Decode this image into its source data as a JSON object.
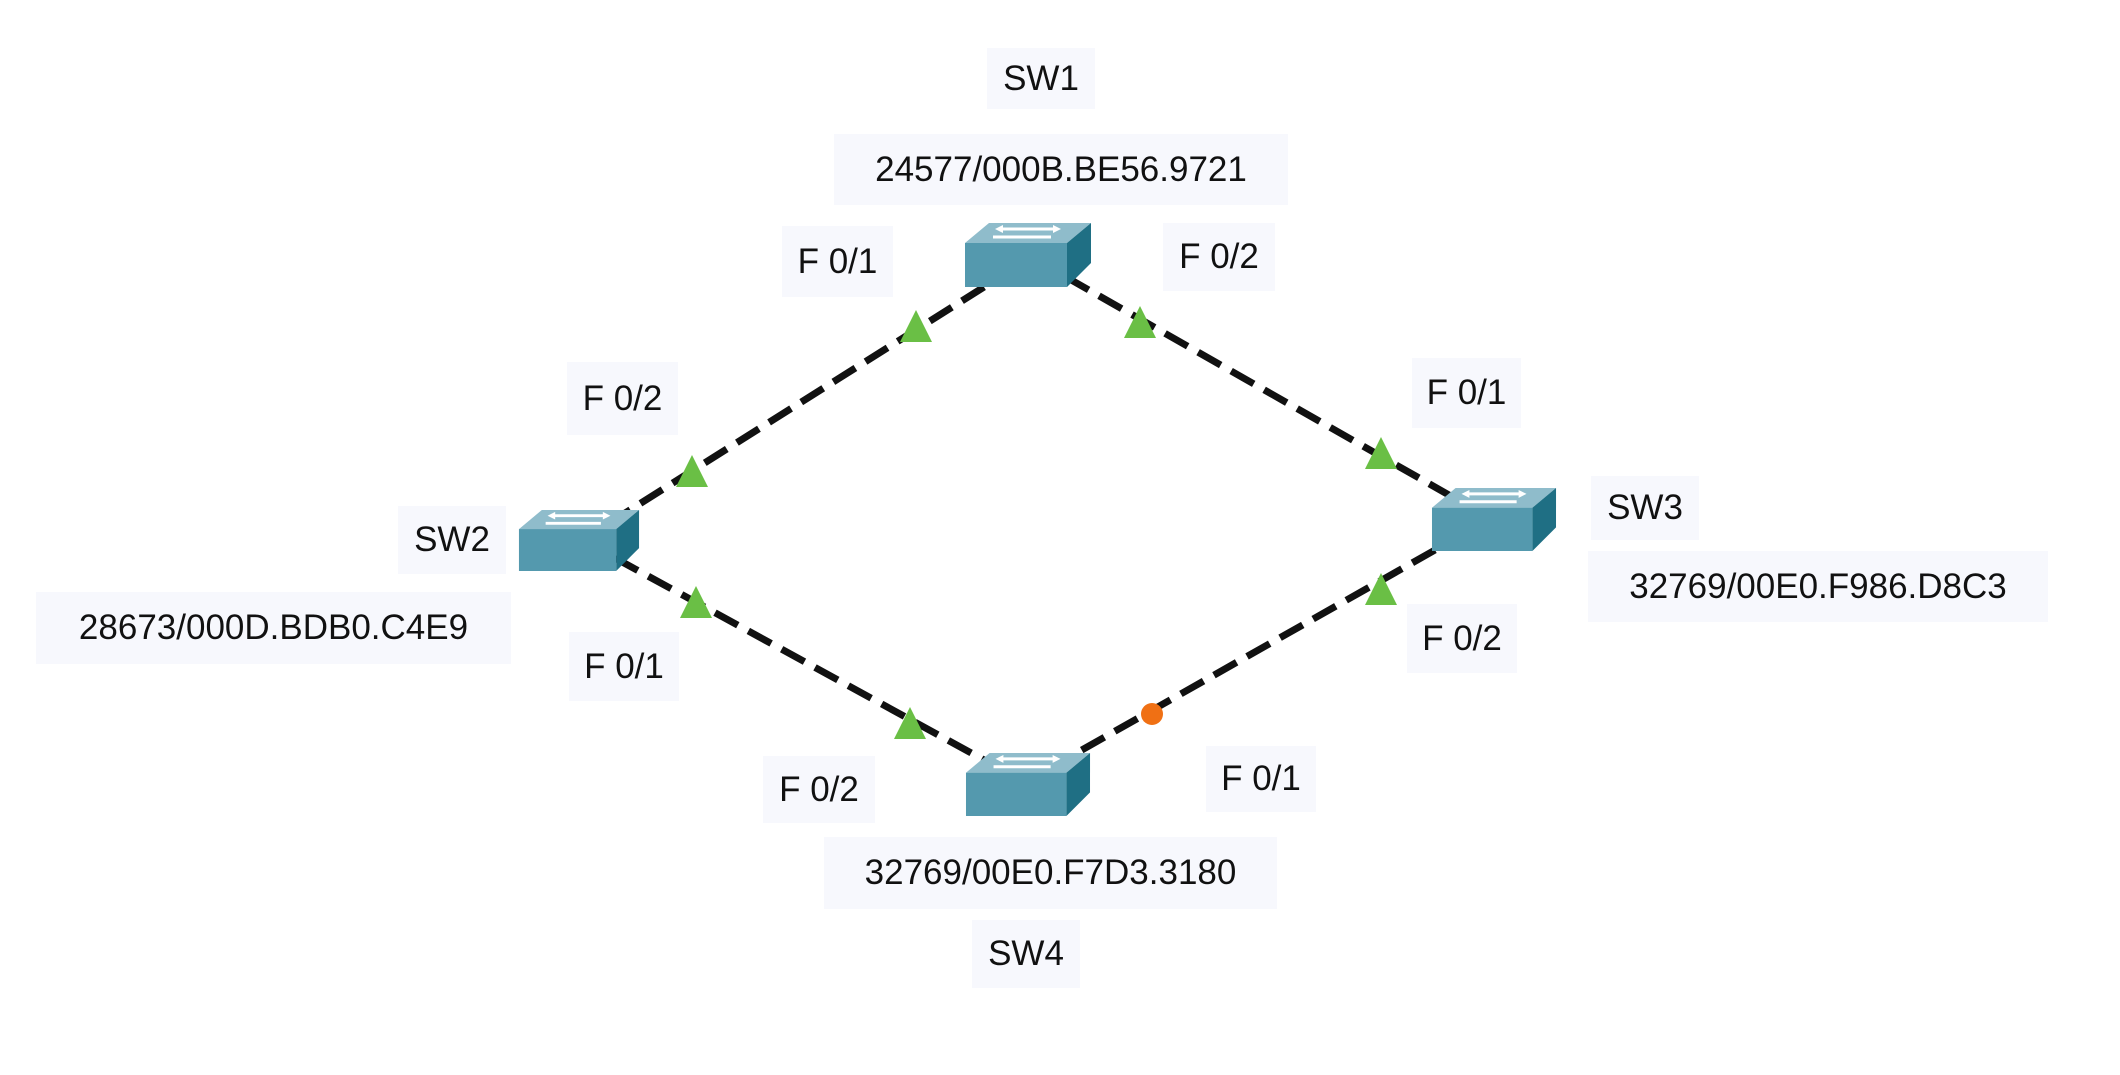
{
  "colors": {
    "link": "#111111",
    "port_forwarding": "#6abf45",
    "port_blocked": "#f07014",
    "switch_front": "#5499ae",
    "switch_top": "#8fbccb",
    "switch_side": "#1f6f84"
  },
  "switches": [
    {
      "name": "SW1",
      "bridge_id": "24577/000B.BE56.9721"
    },
    {
      "name": "SW2",
      "bridge_id": "28673/000D.BDB0.C4E9"
    },
    {
      "name": "SW3",
      "bridge_id": "32769/00E0.F986.D8C3"
    },
    {
      "name": "SW4",
      "bridge_id": "32769/00E0.F7D3.3180"
    }
  ],
  "ports": {
    "sw1_f01": "F 0/1",
    "sw1_f02": "F 0/2",
    "sw2_f02": "F 0/2",
    "sw2_f01": "F 0/1",
    "sw3_f01": "F 0/1",
    "sw3_f02": "F 0/2",
    "sw4_f02": "F 0/2",
    "sw4_f01": "F 0/1"
  },
  "links": [
    {
      "from": "SW1 F0/1",
      "to": "SW2 F0/2",
      "end_states": [
        "forwarding",
        "forwarding"
      ]
    },
    {
      "from": "SW1 F0/2",
      "to": "SW3 F0/1",
      "end_states": [
        "forwarding",
        "forwarding"
      ]
    },
    {
      "from": "SW2 F0/1",
      "to": "SW4 F0/2",
      "end_states": [
        "forwarding",
        "forwarding"
      ]
    },
    {
      "from": "SW3 F0/2",
      "to": "SW4 F0/1",
      "end_states": [
        "forwarding",
        "blocking"
      ]
    }
  ]
}
